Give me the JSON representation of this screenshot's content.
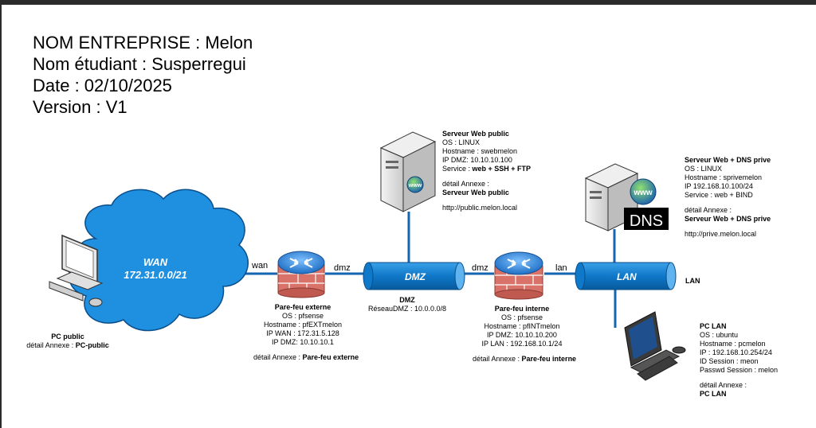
{
  "header": {
    "company": "NOM ENTREPRISE : Melon",
    "student": "Nom étudiant :  Susperregui",
    "date": "Date : 02/10/2025",
    "version": "Version : V1"
  },
  "wan": {
    "title": "WAN",
    "subnet": "172.31.0.0/21"
  },
  "pc_public": {
    "title": "PC public",
    "annex_prefix": "détail Annexe : ",
    "annex_link": "PC-public"
  },
  "fw_ext": {
    "title": "Pare-feu externe",
    "lines": [
      "OS : pfsense",
      "Hostname : pfEXTmelon",
      "IP WAN : 172.31.5.128",
      "IP DMZ: 10.10.10.1"
    ],
    "annex_prefix": "détail Annexe : ",
    "annex_link": "Pare-feu externe"
  },
  "dmz": {
    "pipe_label": "DMZ",
    "title": "DMZ",
    "network": "RéseauDMZ : 10.0.0.0/8"
  },
  "fw_int": {
    "title": "Pare-feu interne",
    "lines": [
      "OS : pfsense",
      "Hostname : pfINTmelon",
      "IP DMZ: 10.10.10.200",
      "IP LAN : 192.168.10.1/24"
    ],
    "annex_prefix": "détail Annexe : ",
    "annex_link": "Pare-feu interne"
  },
  "lan": {
    "pipe_label": "LAN",
    "title": "LAN"
  },
  "web_public": {
    "title": "Serveur Web public",
    "os": "OS : LINUX",
    "hostname": "Hostname : swebmelon",
    "ip": "IP DMZ: 10.10.10.100",
    "service_prefix": "Service : ",
    "service_value": "web + SSH + FTP",
    "annex_prefix": "détail Annexe :",
    "annex_link": "Serveur Web public",
    "url": "http://public.melon.local"
  },
  "web_dns": {
    "title": "Serveur Web + DNS prive",
    "os": "OS : LINUX",
    "hostname": "Hostname : sprivemelon",
    "ip": "IP   192.168.10.100/24",
    "service": "Service : web + BIND",
    "annex_prefix": "détail Annexe :",
    "annex_link": "Serveur Web + DNS prive",
    "url": "http://prive.melon.local",
    "dns_badge": "DNS"
  },
  "pc_lan": {
    "title": "PC LAN",
    "lines": [
      "OS : ubuntu",
      "Hostname : pcmelon",
      "IP : 192.168.10.254/24",
      "ID Session : meon",
      "Passwd Session : melon"
    ],
    "annex_prefix": "détail Annexe :",
    "annex_link": "PC LAN"
  },
  "connections": {
    "wan": "wan",
    "dmz_left": "dmz",
    "dmz_right": "dmz",
    "lan": "lan"
  },
  "www_badge": "www",
  "colors": {
    "cloud": "#1f8fe0",
    "pipe": "#0f78c8",
    "link": "#1565b0",
    "brick": "#d9736a"
  }
}
